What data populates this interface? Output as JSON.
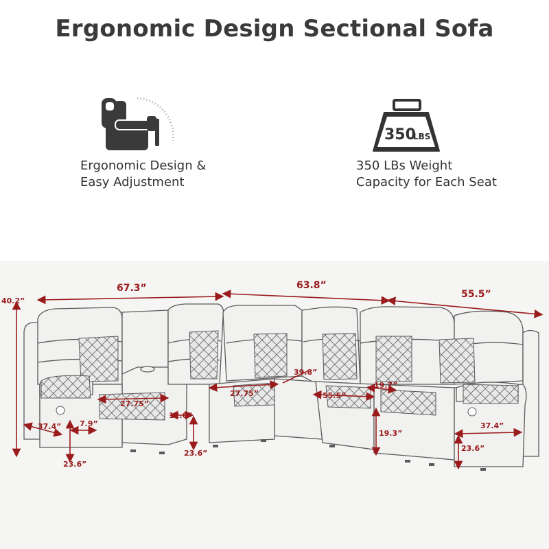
{
  "title": "Ergonomic Design Sectional Sofa",
  "features": [
    {
      "icon": "recliner-icon",
      "line1": "Ergonomic Design &",
      "line2": "Easy Adjustment"
    },
    {
      "icon": "weight-icon",
      "badge": "350",
      "badge_unit": "LBS",
      "line1": "350 LBs Weight",
      "line2": "Capacity for Each Seat"
    }
  ],
  "dimensions": {
    "width_left": "67.3”",
    "width_middle": "63.8”",
    "width_right": "55.5”",
    "height": "40.2”",
    "seat_left": "27.75”",
    "seat_middle": "27.75”",
    "corner": "39.8”",
    "seat_right": "55.5”",
    "seat_right_width": "19.7”",
    "depth_left_open": "37.4”",
    "arm_left": "7.9”",
    "console_width": "12.6”",
    "seat_height_left": "23.6”",
    "seat_height_console": "23.6”",
    "seat_height_right_mid": "19.3”",
    "depth_right_open": "37.4”",
    "seat_height_right": "23.6”"
  },
  "colors": {
    "dimension": "#9a1b1b",
    "title": "#3a3a3a",
    "sofa_line": "#555555"
  }
}
